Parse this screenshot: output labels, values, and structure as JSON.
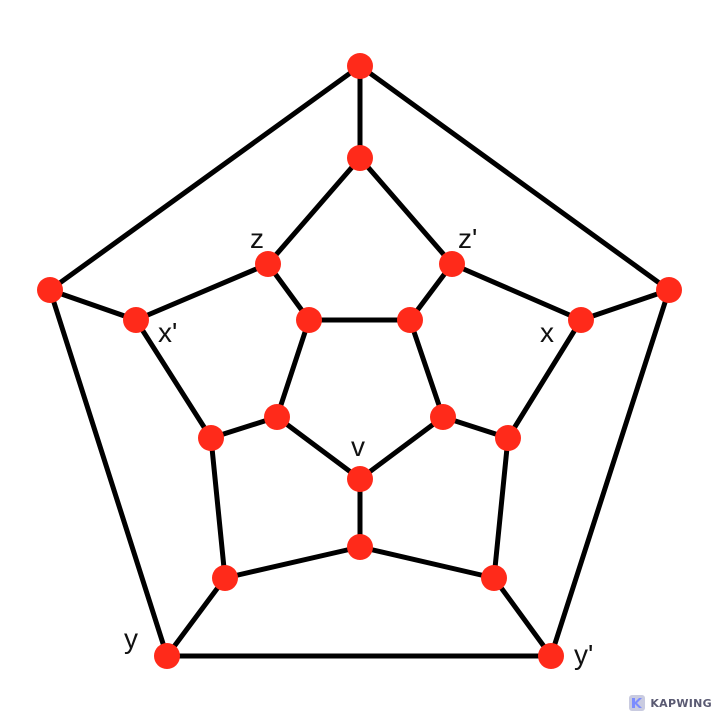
{
  "graph": {
    "vertex_labels": {
      "z": "z",
      "z_prime": "z'",
      "x": "x",
      "x_prime": "x'",
      "v": "v",
      "y": "y",
      "y_prime": "y'"
    },
    "edge_color": "#000000",
    "vertex_color": "#ff2a1a"
  },
  "watermark": {
    "text": "KAPWING",
    "logo_colors": [
      "#7b8cff",
      "#5a5a72",
      "#c9cbe0"
    ]
  }
}
